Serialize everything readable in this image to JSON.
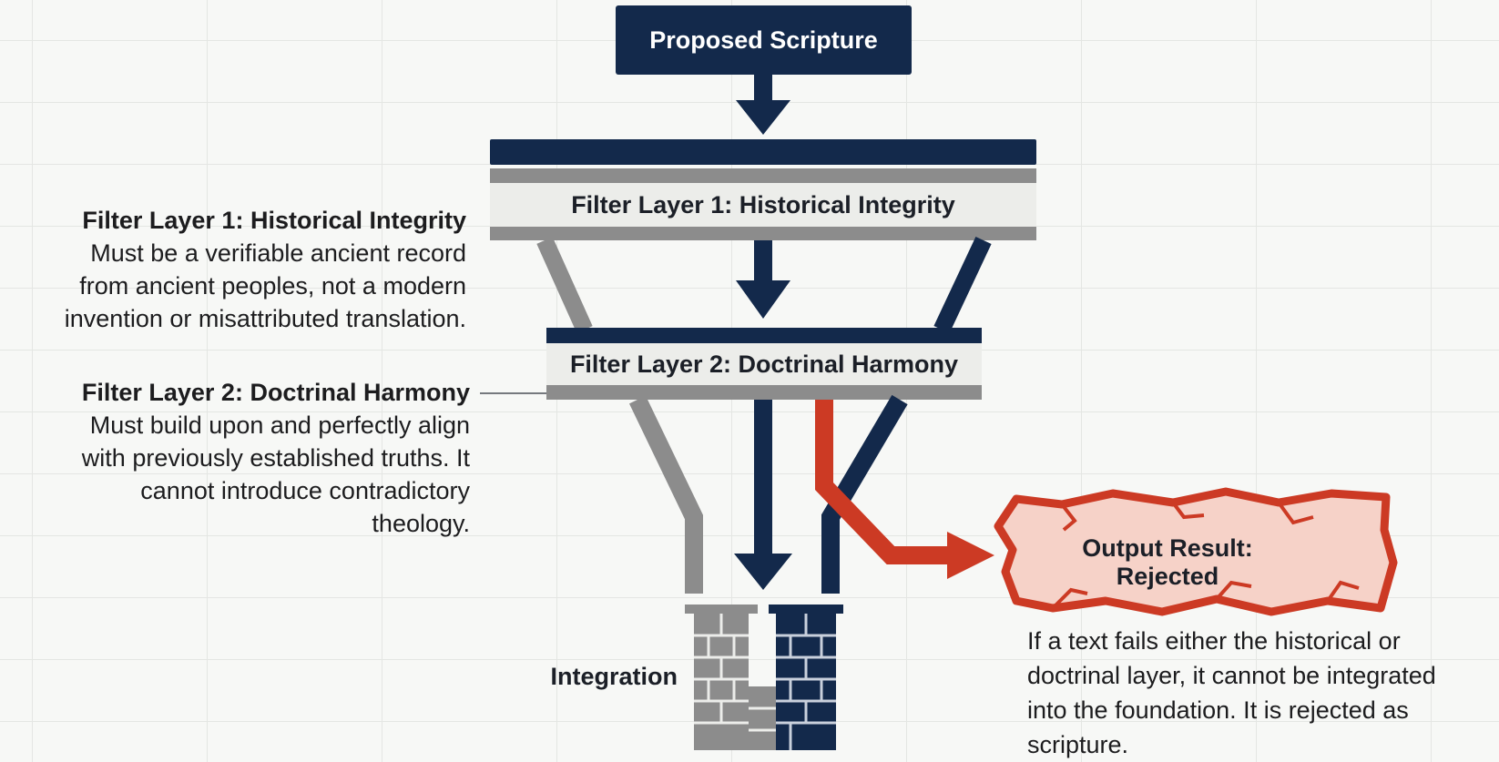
{
  "header": {
    "title": "Proposed Scripture"
  },
  "filter_1": {
    "band_label": "Filter Layer 1: Historical Integrity",
    "heading": "Filter Layer 1: Historical Integrity",
    "lines": [
      "Must be a verifiable ancient record",
      "from ancient peoples, not a modern",
      "invention or misattributed translation."
    ]
  },
  "filter_2": {
    "band_label": "Filter Layer 2: Doctrinal Harmony",
    "heading": "Filter Layer 2: Doctrinal Harmony",
    "lines": [
      "Must build upon and perfectly align",
      "with previously established truths. It",
      "cannot introduce contradictory",
      "theology."
    ]
  },
  "rejected": {
    "label": "Output Result: Rejected",
    "lines": [
      "If a text fails either the historical or",
      "doctrinal layer, it cannot be integrated",
      "into the foundation. It is rejected as",
      "scripture."
    ]
  },
  "integration": {
    "label": "Integration"
  },
  "colors": {
    "navy": "#13294b",
    "gray": "#8c8c8c",
    "band": "#ecedea",
    "red": "#cc3a24",
    "rejected_fill": "#f6d2c8",
    "background": "#f7f8f6"
  }
}
